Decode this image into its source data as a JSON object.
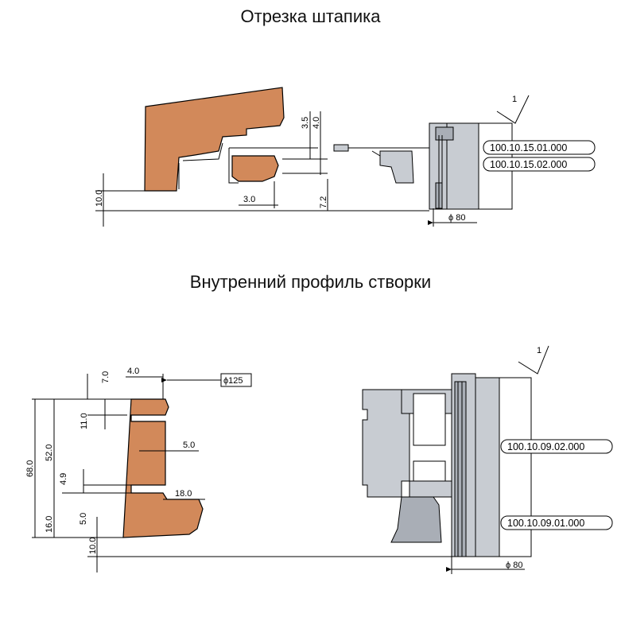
{
  "titles": {
    "top": "Отрезка штапика",
    "bottom": "Внутренний профиль створки"
  },
  "colors": {
    "wood": "#d2895a",
    "tool_grey": "#c8ccd2",
    "tool_dark": "#a9aeb6",
    "line": "#000000"
  },
  "top_section": {
    "dims": {
      "d_3_5": "3.5",
      "d_4_0": "4.0",
      "d_10_0": "10.0",
      "d_3_0": "3.0",
      "d_7_2": "7.2",
      "dia": "ϕ 80"
    },
    "part_numbers": [
      "100.10.15.01.000",
      "100.10.15.02.000"
    ],
    "roughness": "1"
  },
  "bottom_section": {
    "dims": {
      "d_7_0": "7.0",
      "d_4_0": "4.0",
      "dia_125": "ϕ125",
      "d_11_0": "11.0",
      "d_5_0_a": "5.0",
      "d_68_0": "68.0",
      "d_52_0": "52.0",
      "d_4_9": "4.9",
      "d_18_0": "18.0",
      "d_16_0": "16.0",
      "d_5_0_b": "5.0",
      "d_10_0": "10.0",
      "dia": "ϕ 80"
    },
    "part_numbers": [
      "100.10.09.02.000",
      "100.10.09.01.000"
    ],
    "roughness": "1"
  }
}
